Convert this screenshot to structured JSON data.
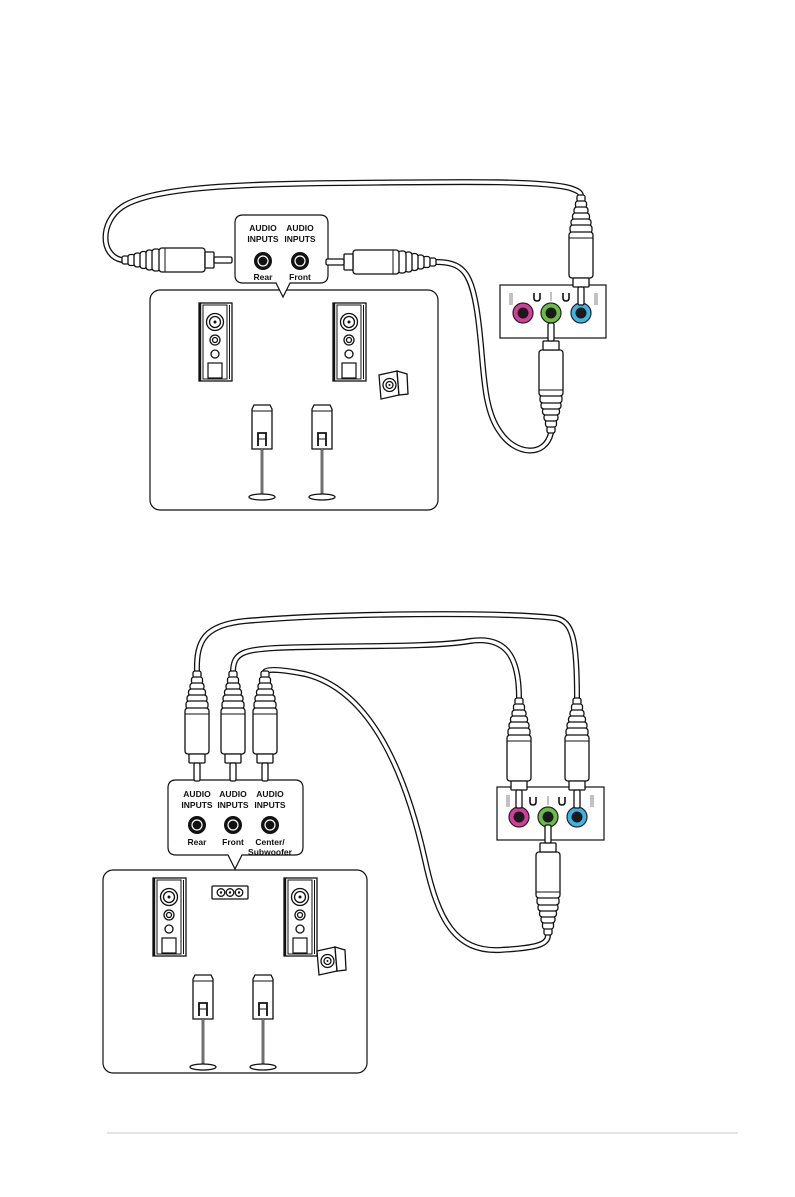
{
  "diagrams": [
    {
      "callout": {
        "jacks": [
          {
            "header_1": "AUDIO",
            "header_2": "INPUTS",
            "label_1": "Rear"
          },
          {
            "header_1": "AUDIO",
            "header_2": "INPUTS",
            "label_1": "Front"
          }
        ]
      }
    },
    {
      "callout": {
        "jacks": [
          {
            "header_1": "AUDIO",
            "header_2": "INPUTS",
            "label_1": "Rear"
          },
          {
            "header_1": "AUDIO",
            "header_2": "INPUTS",
            "label_1": "Front"
          },
          {
            "header_1": "AUDIO",
            "header_2": "INPUTS",
            "label_1": "Center/",
            "label_2": "Subwoofer"
          }
        ]
      }
    }
  ],
  "port_colors": {
    "pink": "#d63c9b",
    "green": "#69bf45",
    "blue": "#3db3e6"
  },
  "icons": {
    "speaker_tall": "tall-speaker-icon",
    "speaker_satellite": "satellite-speaker-icon",
    "speaker_sub": "subwoofer-icon",
    "speaker_center": "center-speaker-icon",
    "plug": "rca-plug-icon"
  }
}
